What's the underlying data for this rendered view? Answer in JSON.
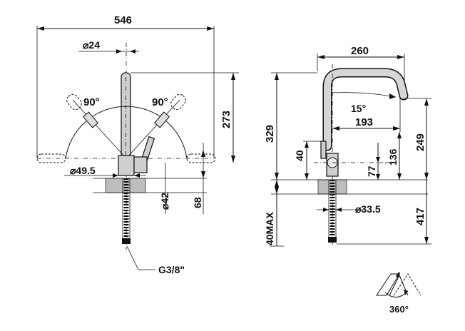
{
  "front_view": {
    "overall_width": "546",
    "spout_diameter": "⌀24",
    "lever_angle_left": "90°",
    "lever_angle_right": "90°",
    "height": "273",
    "base_diameter": "⌀49.5",
    "body_diameter": "⌀42",
    "body_height": "68",
    "connection": "G3/8\""
  },
  "side_view": {
    "reach": "260",
    "tilt_angle": "15°",
    "inner_reach": "193",
    "total_height": "329",
    "lever_height": "40",
    "spout_clearance": "136",
    "outlet_height": "249",
    "body_offset": "77",
    "hole_diameter": "⌀33.5",
    "under_length": "417",
    "max_thickness": "40MAX"
  },
  "rotation": {
    "label": "360°"
  }
}
